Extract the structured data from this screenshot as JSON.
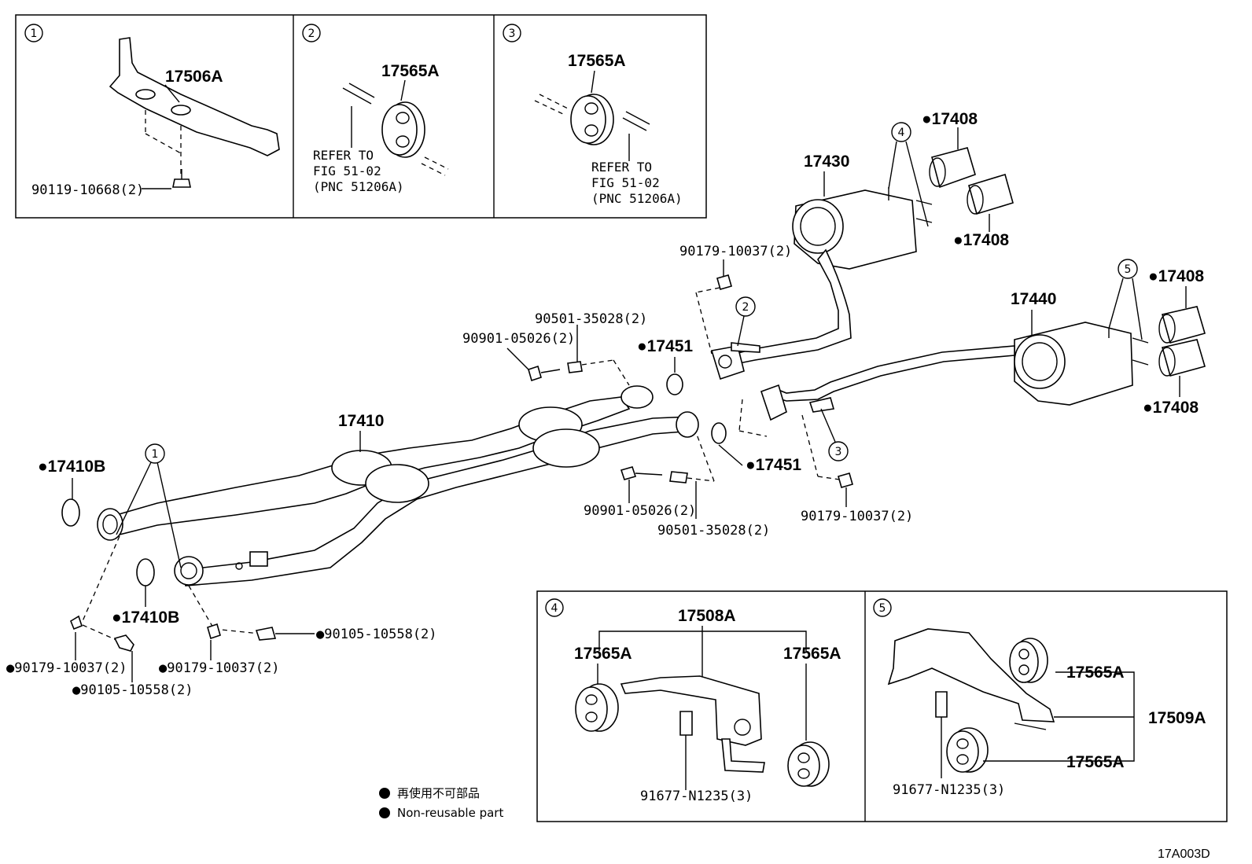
{
  "labels": {
    "p17506A": "17506A",
    "p90119_10668": "90119-10668(2)",
    "p17565A_d2": "17565A",
    "refer_d2": "REFER TO",
    "fig_d2": "FIG 51-02",
    "pnc_d2": "(PNC 51206A)",
    "p17565A_d3": "17565A",
    "refer_d3": "REFER TO",
    "fig_d3": "FIG 51-02",
    "pnc_d3": "(PNC 51206A)",
    "p17408_a": "●17408",
    "p17408_b": "●17408",
    "p17408_c": "●17408",
    "p17408_d": "●17408",
    "p17430": "17430",
    "p17440": "17440",
    "p90179_top": "90179-10037(2)",
    "p90501_top": "90501-35028(2)",
    "p90901_top": "90901-05026(2)",
    "p17451_top": "●17451",
    "p17451_bot": "●17451",
    "p17410": "17410",
    "p17410B_top": "●17410B",
    "p17410B_bot": "●17410B",
    "p90901_bot": "90901-05026(2)",
    "p90501_bot": "90501-35028(2)",
    "p90179_right": "90179-10037(2)",
    "p90105_right": "●90105-10558(2)",
    "p90179_left": "●90179-10037(2)",
    "p90179_mid": "●90179-10037(2)",
    "p90105_left": "●90105-10558(2)",
    "p17508A": "17508A",
    "p17565A_d4a": "17565A",
    "p17565A_d4b": "17565A",
    "p91677_d4": "91677-N1235(3)",
    "p17565A_d5a": "17565A",
    "p17509A": "17509A",
    "p17565A_d5b": "17565A",
    "p91677_d5": "91677-N1235(3)"
  },
  "callouts": {
    "c1": "1",
    "c2": "2",
    "c3": "3",
    "c4": "4",
    "c5": "5",
    "main_1": "1",
    "main_2": "2",
    "main_3": "3",
    "main_4": "4",
    "main_5": "5"
  },
  "legend": {
    "line1": "再使用不可部品",
    "line2": "Non-reusable part"
  },
  "diagram_code": "17A003D"
}
